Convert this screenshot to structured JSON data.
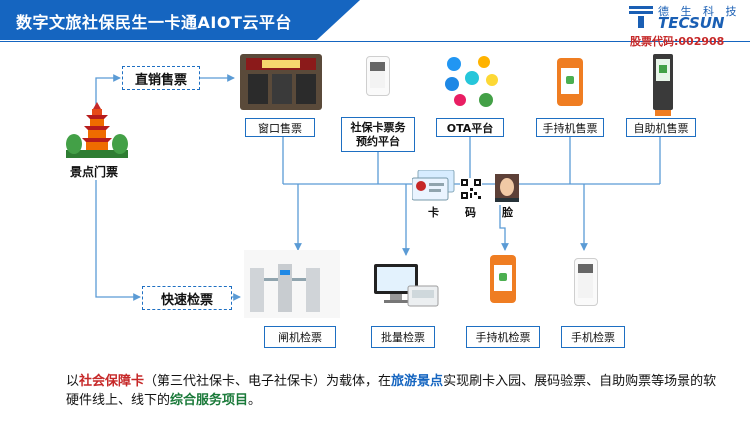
{
  "header": {
    "title": "数字文旅社保民生一卡通AIOT云平台"
  },
  "logo": {
    "cn": "德 生 科 技",
    "en": "TECSUN",
    "stock": "股票代码:002908"
  },
  "source": {
    "label": "景点门票"
  },
  "channels": {
    "direct": "直销售票",
    "fast": "快速检票"
  },
  "top_nodes": [
    {
      "label": "窗口售票"
    },
    {
      "label": "社保卡票务\n预约平台"
    },
    {
      "label": "OTA平台"
    },
    {
      "label": "手持机售票"
    },
    {
      "label": "自助机售票"
    }
  ],
  "bottom_nodes": [
    {
      "label": "闸机检票"
    },
    {
      "label": "批量检票"
    },
    {
      "label": "手持机检票"
    },
    {
      "label": "手机检票"
    }
  ],
  "media": {
    "card": "卡",
    "code": "码",
    "face": "脸"
  },
  "caption": {
    "p1": "以",
    "h1": "社会保障卡",
    "p2": "（第三代社保卡、电子社保卡）为载体，在",
    "h2": "旅游景点",
    "p3": "实现刷卡入园、展码验票、自助购票等场景的软硬件线上、线下的",
    "h3": "综合服务项目",
    "p4": "。"
  },
  "colors": {
    "brand_blue": "#1565c0",
    "accent_red": "#c62828",
    "connector": "#5b9bd5",
    "pos_orange": "#ef7d22"
  }
}
